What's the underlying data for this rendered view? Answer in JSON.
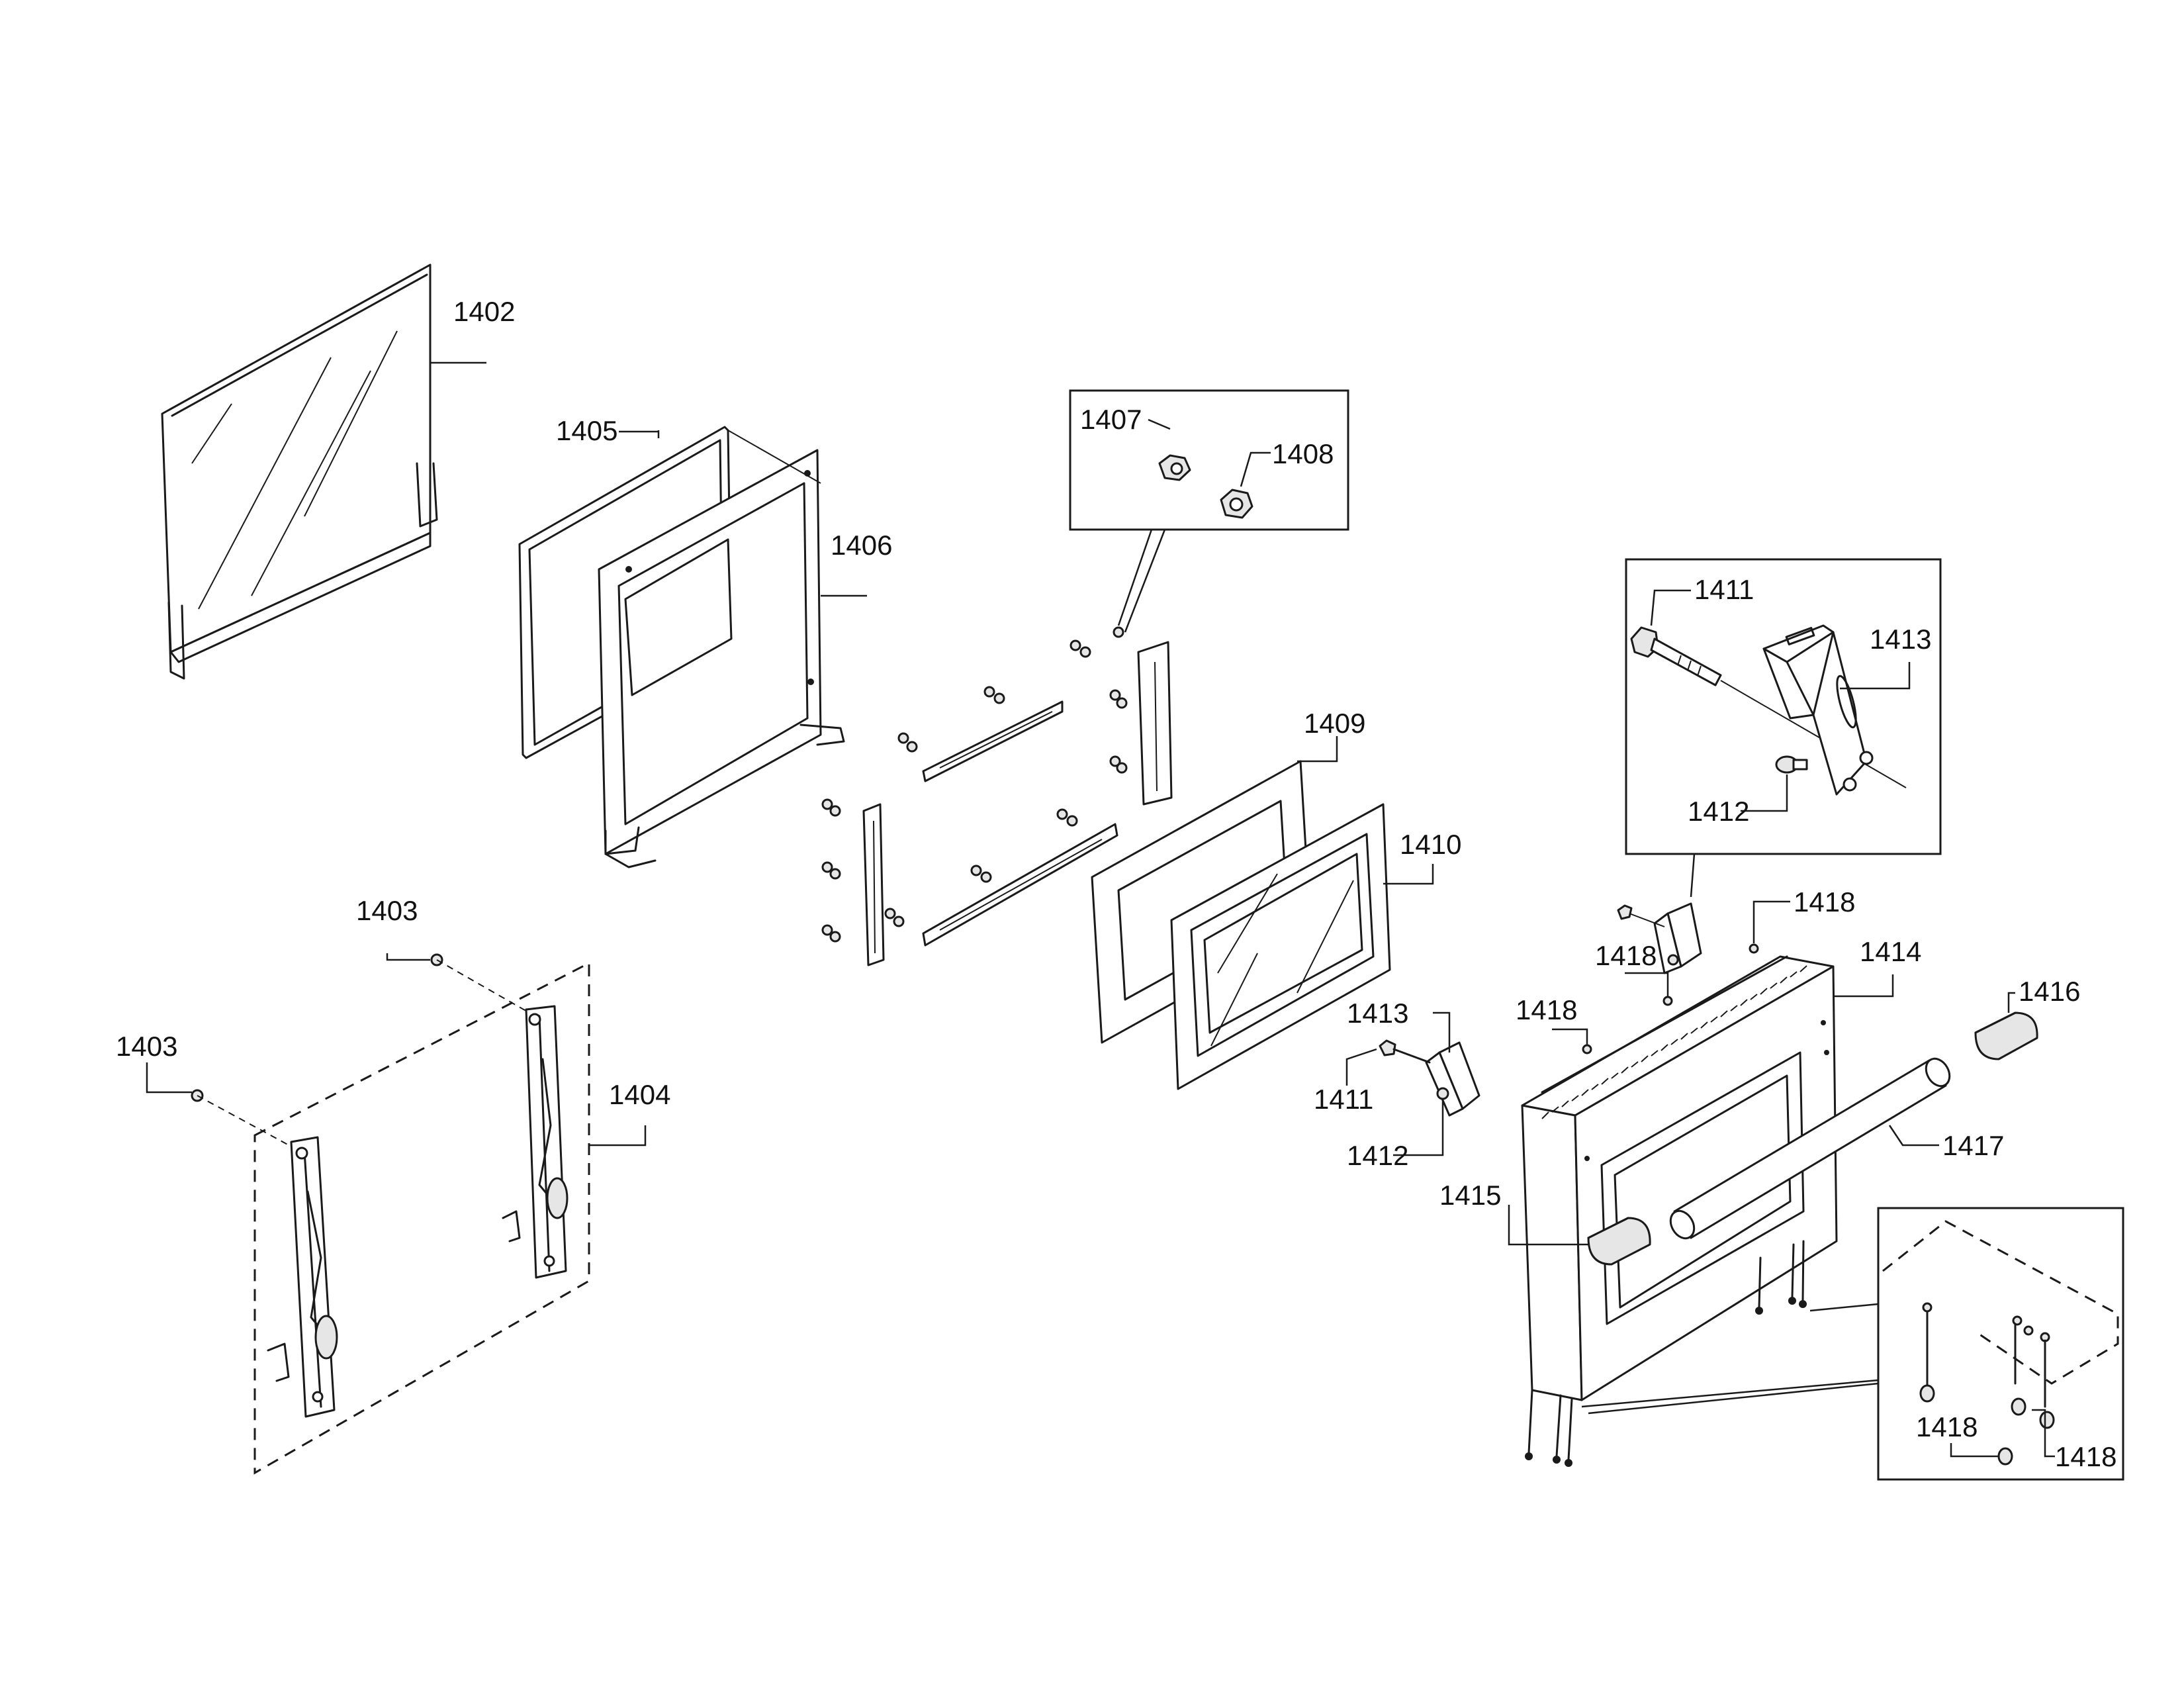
{
  "diagram": {
    "callouts": [
      "1402",
      "1403",
      "1403",
      "1404",
      "1405",
      "1406",
      "1407",
      "1408",
      "1409",
      "1410",
      "1411",
      "1411",
      "1412",
      "1412",
      "1413",
      "1413",
      "1414",
      "1415",
      "1416",
      "1417",
      "1418",
      "1418",
      "1418",
      "1418",
      "1418"
    ]
  }
}
